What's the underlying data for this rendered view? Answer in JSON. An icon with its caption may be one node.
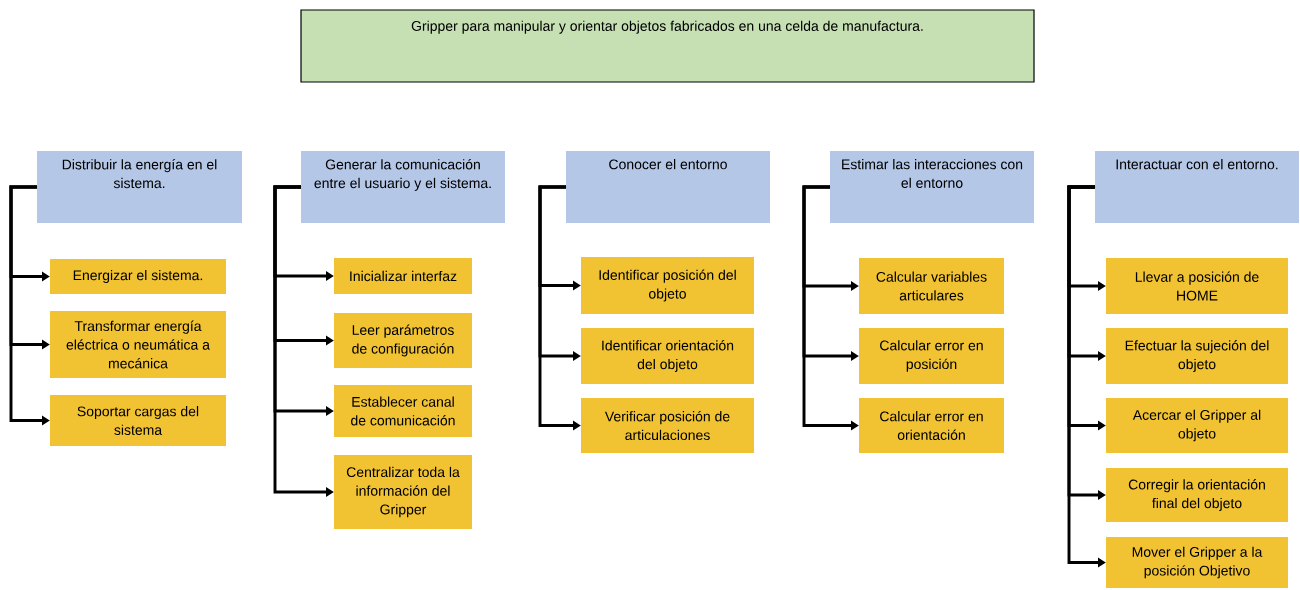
{
  "diagram": {
    "nodes": [
      {
        "text": [
          "Gripper para manipular y orientar objetos fabricados en una celda de manufactura."
        ]
      },
      {
        "text": [
          "Distribuir la energía en el sistema."
        ]
      },
      {
        "text": [
          "Energizar el sistema."
        ]
      },
      {
        "text": [
          "Transformar energía eléctrica o neumática a mecánica"
        ]
      },
      {
        "text": [
          "Soportar cargas del sistema"
        ]
      },
      {
        "text": [
          "Generar la comunicación entre el usuario y el sistema."
        ]
      },
      {
        "text": [
          "Inicializar interfaz"
        ]
      },
      {
        "text": [
          "Leer parámetros de configuración"
        ]
      },
      {
        "text": [
          "Establecer canal de comunicación"
        ]
      },
      {
        "text": [
          "Centralizar toda la información del Gripper"
        ]
      },
      {
        "text": [
          "Conocer el entorno"
        ]
      },
      {
        "text": [
          "Identificar posición del objeto"
        ]
      },
      {
        "text": [
          "Identificar orientación del objeto"
        ]
      },
      {
        "text": [
          "Verificar posición de articulaciones"
        ]
      },
      {
        "text": [
          "Estimar las interacciones con el entorno"
        ]
      },
      {
        "text": [
          "Calcular variables articulares"
        ]
      },
      {
        "text": [
          "Calcular error en posición"
        ]
      },
      {
        "text": [
          "Calcular error en orientación"
        ]
      },
      {
        "text": [
          "Interactuar con el entorno."
        ]
      },
      {
        "text": [
          "Llevar a posición de HOME"
        ]
      },
      {
        "text": [
          "Efectuar la sujeción del objeto"
        ]
      },
      {
        "text": [
          "Acercar el Gripper al objeto"
        ]
      },
      {
        "text": [
          "Corregir la orientación final del objeto"
        ]
      },
      {
        "text": [
          "Mover el Gripper a la posición Objetivo"
        ]
      }
    ],
    "edges": [
      {
        "from": 1,
        "to": 2,
        "arrow": "to"
      },
      {
        "from": 1,
        "to": 3,
        "arrow": "to"
      },
      {
        "from": 1,
        "to": 4,
        "arrow": "to"
      },
      {
        "from": 5,
        "to": 6,
        "arrow": "to"
      },
      {
        "from": 5,
        "to": 7,
        "arrow": "to"
      },
      {
        "from": 5,
        "to": 8,
        "arrow": "to"
      },
      {
        "from": 5,
        "to": 9,
        "arrow": "to"
      },
      {
        "from": 10,
        "to": 11,
        "arrow": "to"
      },
      {
        "from": 10,
        "to": 12,
        "arrow": "to"
      },
      {
        "from": 10,
        "to": 13,
        "arrow": "to"
      },
      {
        "from": 14,
        "to": 15,
        "arrow": "to"
      },
      {
        "from": 14,
        "to": 16,
        "arrow": "to"
      },
      {
        "from": 14,
        "to": 17,
        "arrow": "to"
      },
      {
        "from": 18,
        "to": 19,
        "arrow": "to"
      },
      {
        "from": 18,
        "to": 20,
        "arrow": "to"
      },
      {
        "from": 18,
        "to": 21,
        "arrow": "to"
      },
      {
        "from": 18,
        "to": 22,
        "arrow": "to"
      },
      {
        "from": 18,
        "to": 23,
        "arrow": "to"
      }
    ]
  }
}
